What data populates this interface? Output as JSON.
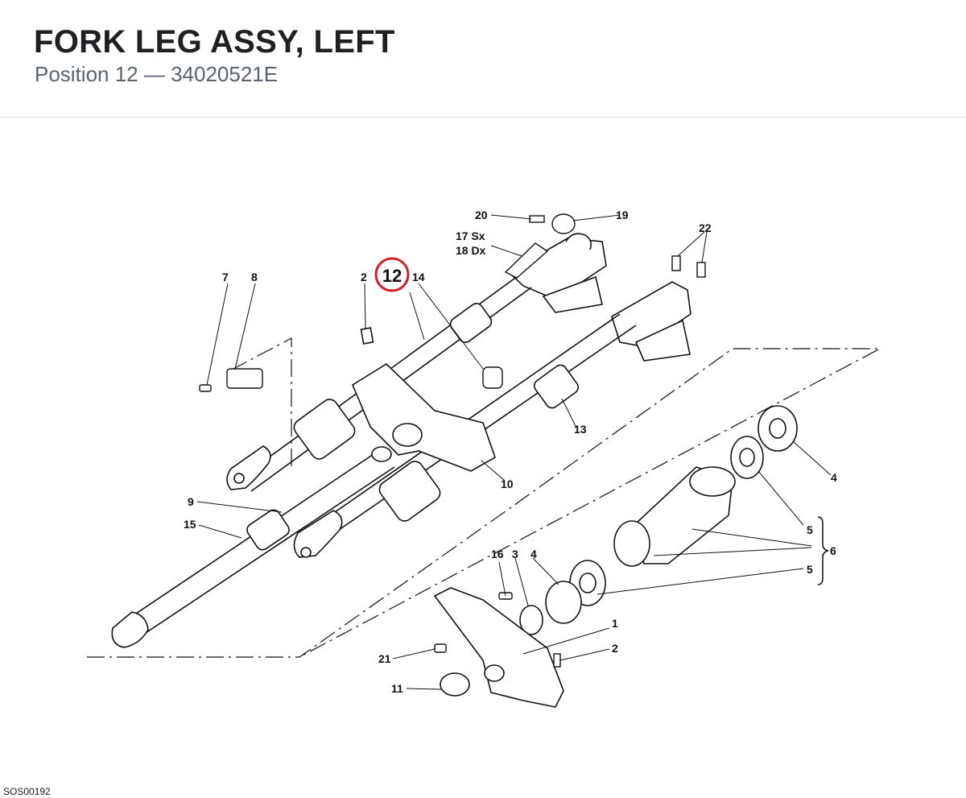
{
  "header": {
    "title": "FORK LEG ASSY, LEFT",
    "subtitle": "Position 12 — 34020521E"
  },
  "highlight": {
    "label": "12",
    "color": "#d0202a"
  },
  "callouts": {
    "c1": "1",
    "c2": "2",
    "c2b": "2",
    "c3": "3",
    "c4": "4",
    "c4b": "4",
    "c5": "5",
    "c5b": "5",
    "c6": "6",
    "c7": "7",
    "c8": "8",
    "c9": "9",
    "c10": "10",
    "c11": "11",
    "c13": "13",
    "c14": "14",
    "c15": "15",
    "c16": "16",
    "c17": "17 Sx",
    "c18": "18 Dx",
    "c19": "19",
    "c20": "20",
    "c21": "21",
    "c22": "22"
  },
  "drawing_code": "SOS00192"
}
